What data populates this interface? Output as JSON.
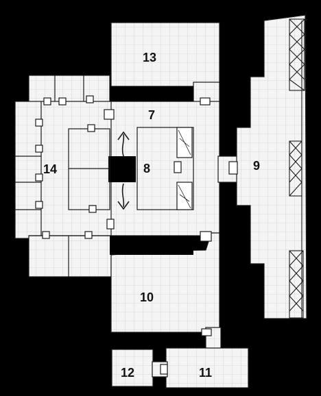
{
  "map": {
    "background": "#000000",
    "floor_color": "#f4f4f4",
    "grid_color": "#c9ced6",
    "line_color": "#1a1a1a",
    "rooms": [
      {
        "id": "13",
        "label": "13"
      },
      {
        "id": "7",
        "label": "7"
      },
      {
        "id": "8",
        "label": "8"
      },
      {
        "id": "9",
        "label": "9"
      },
      {
        "id": "14",
        "label": "14"
      },
      {
        "id": "10",
        "label": "10"
      },
      {
        "id": "11",
        "label": "11"
      },
      {
        "id": "12",
        "label": "12"
      }
    ],
    "icons": [
      "door-icon",
      "stairs-up-arrow-icon",
      "stairs-down-arrow-icon",
      "truss-icon",
      "pillar-icon"
    ]
  }
}
